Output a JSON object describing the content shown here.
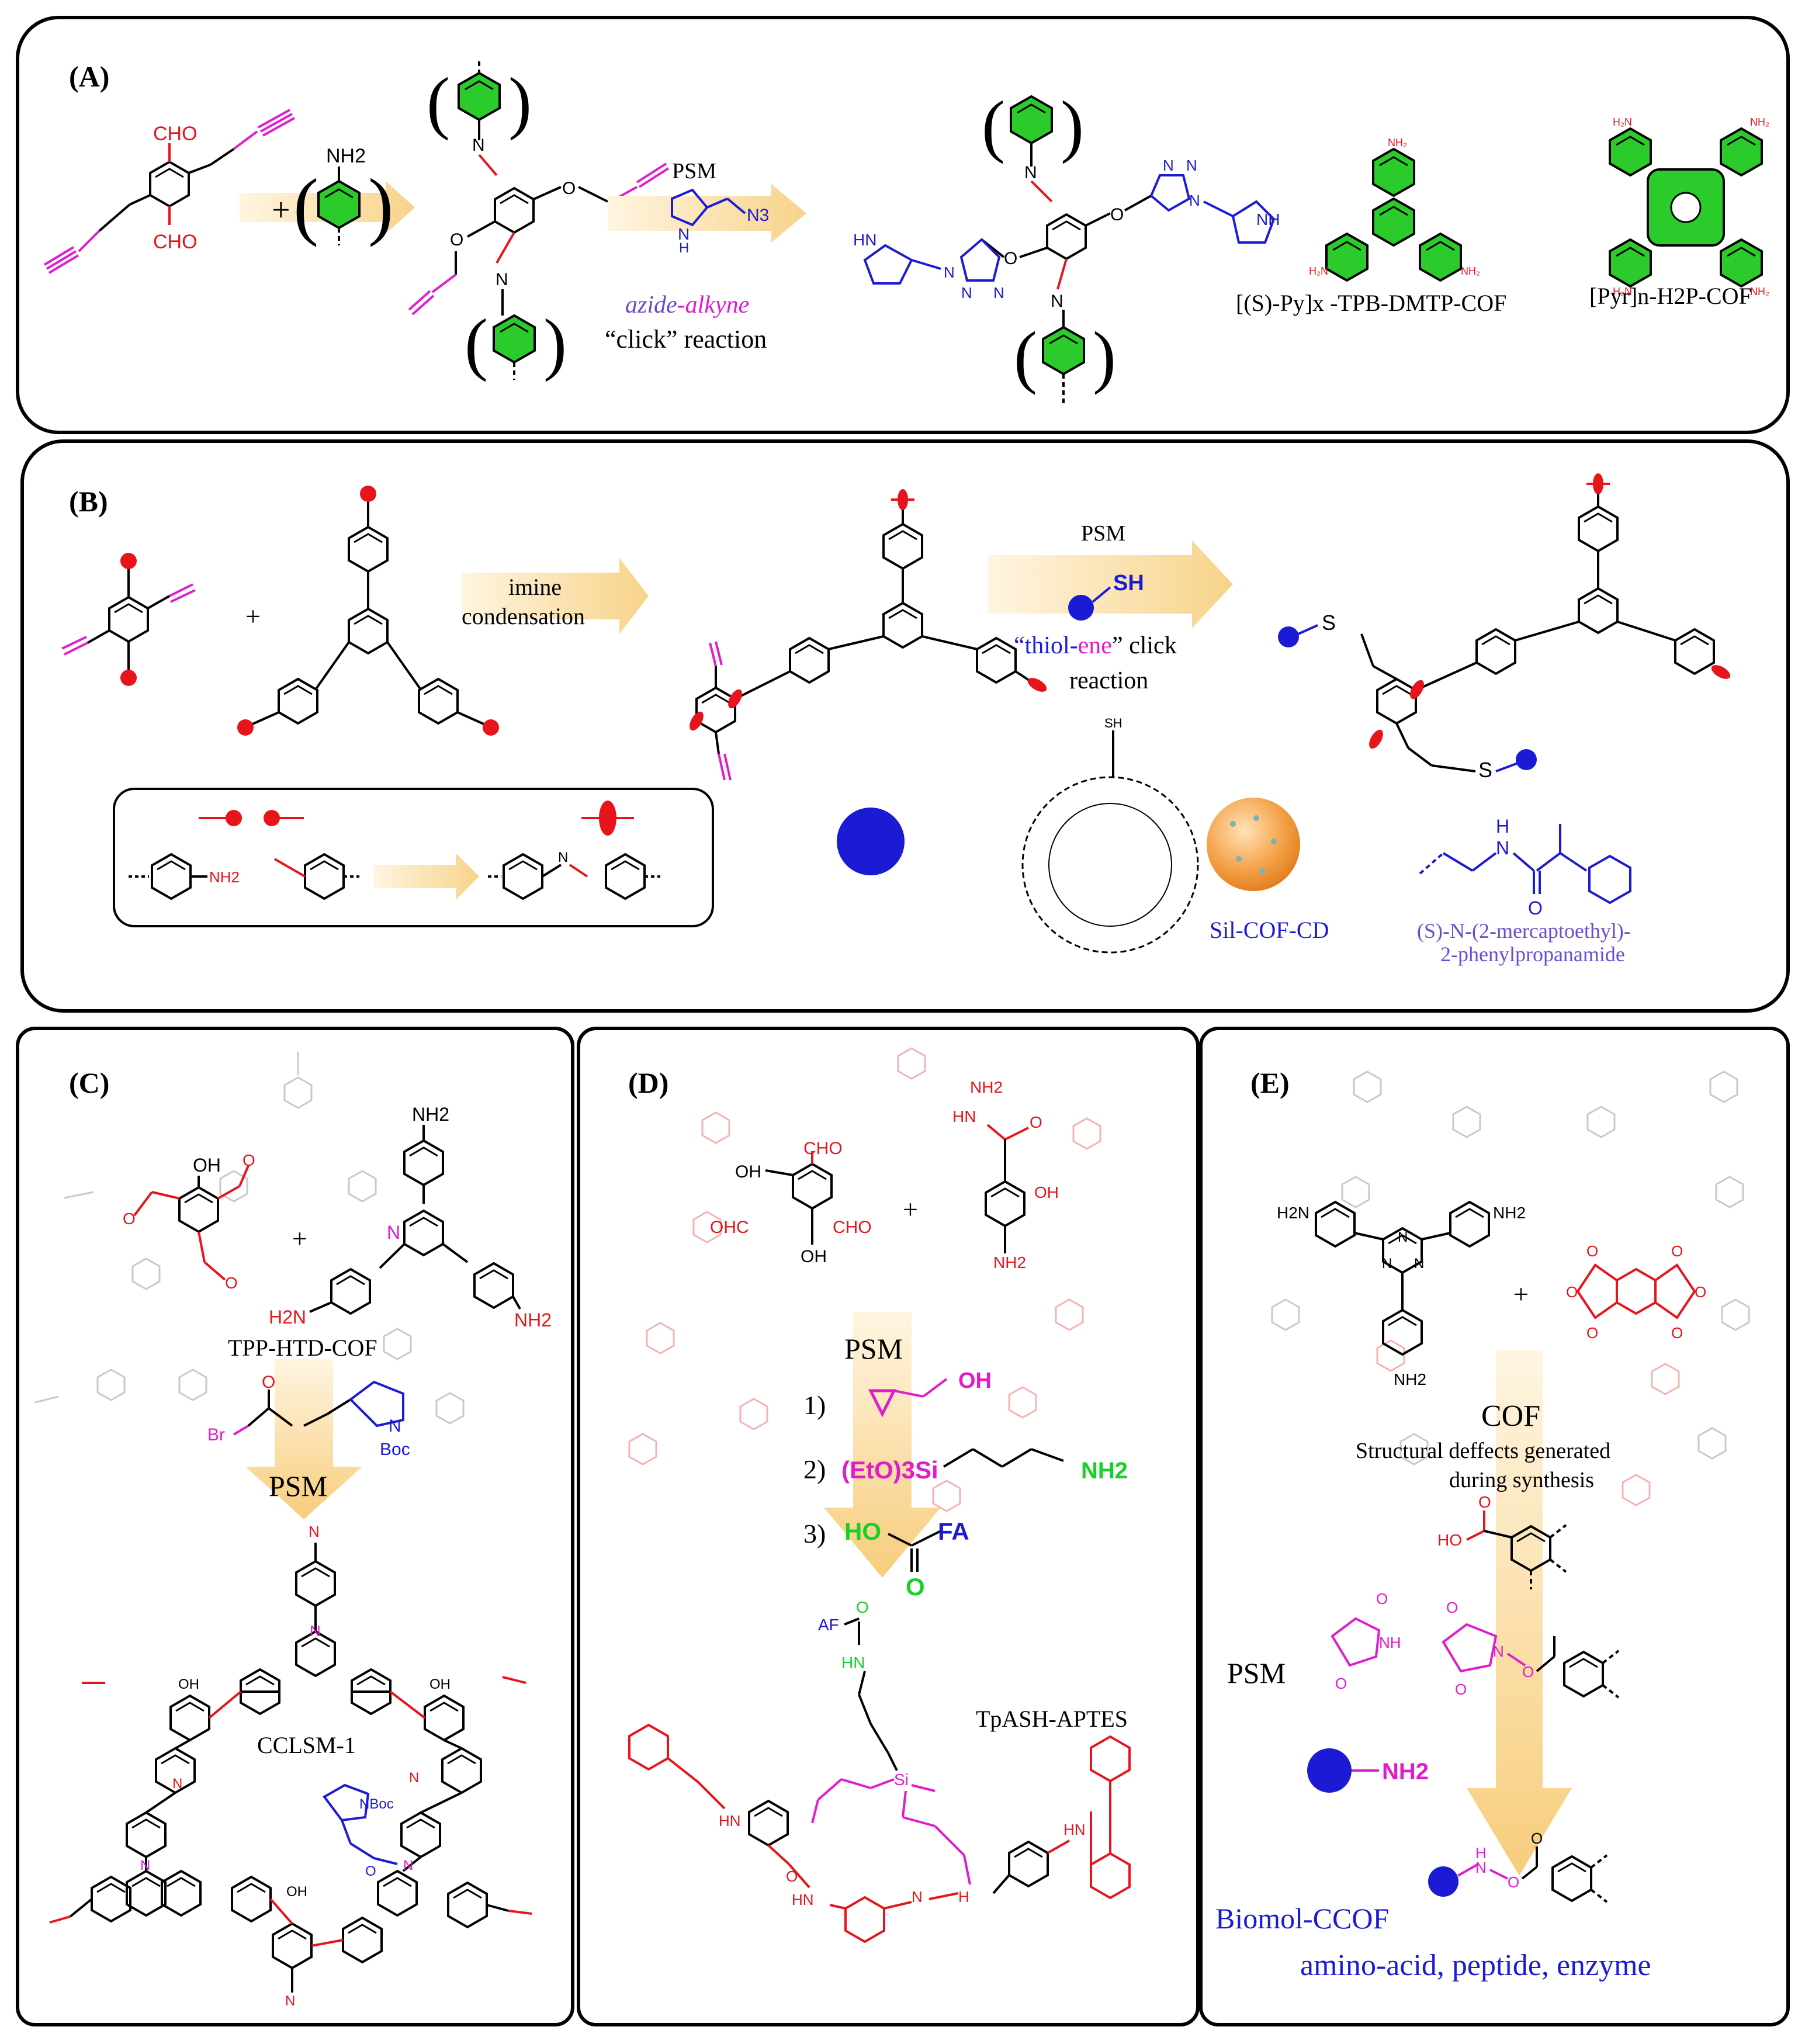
{
  "colors": {
    "red": "#e8141b",
    "blue": "#1b1bd6",
    "magenta": "#e01ccc",
    "green": "#17d12a",
    "ring_green": "#2ccb2c",
    "arrow": "#f7d79a",
    "orange": "#f39a3a",
    "faint": "#f4b3b3"
  },
  "panelA": {
    "label": "(A)",
    "cho_top": "CHO",
    "cho_bottom": "CHO",
    "nh2": "NH2",
    "plus": "+",
    "psm": "PSM",
    "n3": "N3",
    "nh_ring": "NH",
    "azide": "azide",
    "alkyne": "-alkyne",
    "click": "“click” reaction",
    "cof1": "[(S)-Py]x -TPB-DMTP-COF",
    "cof2": "[Pyr]n-H2P-COF"
  },
  "panelB": {
    "label": "(B)",
    "plus": "+",
    "imine": "imine",
    "condensation": "condensation",
    "psm": "PSM",
    "sh": "SH",
    "thiol": "“thiol-",
    "ene": "ene",
    "click": "” click",
    "reaction": "reaction",
    "s1": "S",
    "s2": "S",
    "nh2": "NH2",
    "cd_sh": "SH",
    "sil": "Sil-COF-CD",
    "amide1": "(S)-N-(2-mercaptoethyl)-",
    "amide2": "2-phenylpropanamide",
    "amide_h": "H",
    "amide_n": "N",
    "amide_o": "O"
  },
  "panelC": {
    "label": "(C)",
    "oh": "OH",
    "nh2_top": "NH2",
    "n_py": "N",
    "plus": "+",
    "h2n": "H2N",
    "nh2_right": "NH2",
    "cof": "TPP-HTD-COF",
    "br": "Br",
    "o": "O",
    "n": "N",
    "boc": "Boc",
    "psm": "PSM",
    "product": "CCLSM-1",
    "nboc": "NBoc"
  },
  "panelD": {
    "label": "(D)",
    "cho1": "CHO",
    "oh1": "OH",
    "ohc": "OHC",
    "cho2": "CHO",
    "oh2": "OH",
    "plus": "+",
    "nh2_top": "NH2",
    "hn": "HN",
    "oh3": "OH",
    "nh2_bottom": "NH2",
    "psm": "PSM",
    "step1": "1)",
    "epox_oh": "OH",
    "step2": "2)",
    "silane": "(EtO)3Si",
    "aptes_nh2": "NH2",
    "step3": "3)",
    "ho": "HO",
    "fa": "FA",
    "o": "O",
    "af": "AF",
    "hn2": "HN",
    "product": "TpASH-APTES",
    "si": "Si"
  },
  "panelE": {
    "label": "(E)",
    "h2n": "H2N",
    "nh2_a": "NH2",
    "nh2_b": "NH2",
    "plus": "+",
    "cof": "COF",
    "defects1": "Structural deffects generated",
    "defects2": "during synthesis",
    "psm": "PSM",
    "nh2": "NH2",
    "nhs_nh": "NH",
    "product": "Biomol-CCOF",
    "targets": "amino-acid, peptide, enzyme",
    "ho": "HO"
  }
}
